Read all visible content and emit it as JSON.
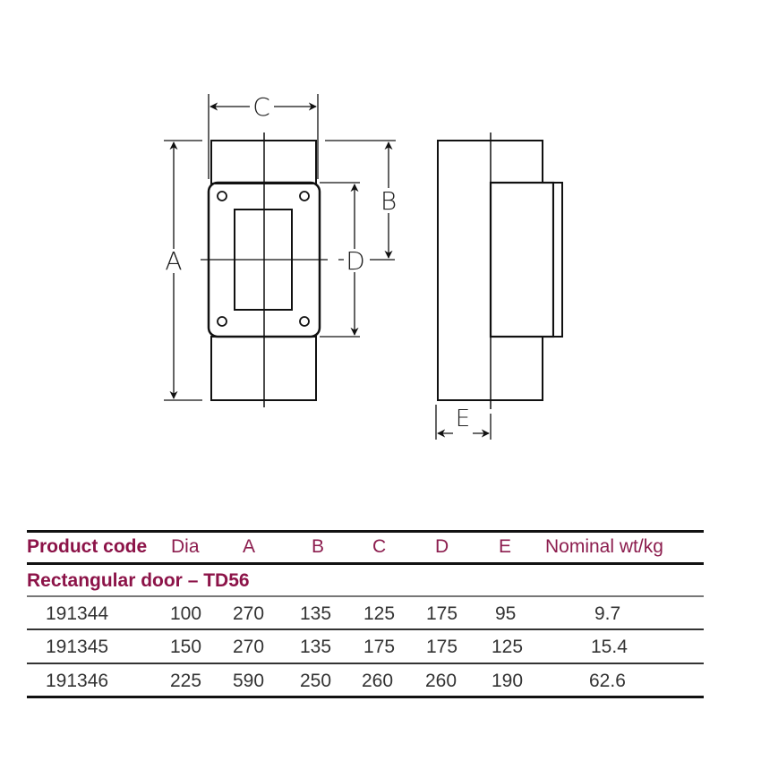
{
  "diagram": {
    "front_view": {
      "labels": {
        "A": "A",
        "B": "B",
        "C": "C",
        "D": "D"
      }
    },
    "side_view": {
      "labels": {
        "E": "E"
      }
    }
  },
  "table": {
    "columns": [
      "Product code",
      "Dia",
      "A",
      "B",
      "C",
      "D",
      "E",
      "Nominal wt/kg"
    ],
    "section_title": "Rectangular door – TD56",
    "rows": [
      {
        "product_code": "191344",
        "dia": "100",
        "a": "270",
        "b": "135",
        "c": "125",
        "d": "175",
        "e": "95",
        "nominal_wt": "9.7"
      },
      {
        "product_code": "191345",
        "dia": "150",
        "a": "270",
        "b": "135",
        "c": "175",
        "d": "175",
        "e": "125",
        "nominal_wt": "15.4"
      },
      {
        "product_code": "191346",
        "dia": "225",
        "a": "590",
        "b": "250",
        "c": "260",
        "d": "260",
        "e": "190",
        "nominal_wt": "62.6"
      }
    ]
  },
  "colors": {
    "accent": "#8c1348",
    "line": "#111111"
  }
}
